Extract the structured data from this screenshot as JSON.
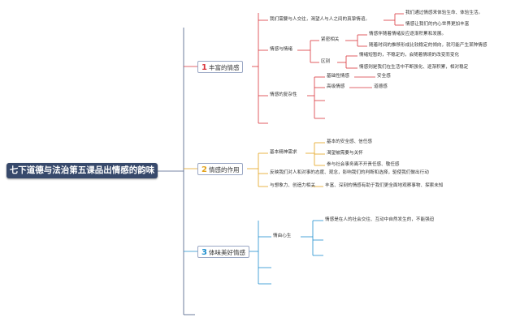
{
  "root": "七下道德与法治第五课品出情感的韵味",
  "branches": [
    {
      "num": "1",
      "label": "丰富的情感",
      "color": "#d9353b"
    },
    {
      "num": "2",
      "label": "情感的作用",
      "color": "#e3a31c"
    },
    {
      "num": "3",
      "label": "体味美好情感",
      "color": "#1f8fce"
    }
  ],
  "b1": {
    "need": "我们需要与人交往，渴望人与人之间的真挚情谊。",
    "need_1": "我们通过情感来体验生命、体验生活。",
    "need_2": "情感让我们的内心世界更加丰富",
    "emo": "情感与情绪",
    "rel": "紧密相关",
    "rel_1": "情感伴随着情绪反应逐渐积累和发展。",
    "rel_2": "随着时间的推移形成比较稳定的倾向，就可能产生某种情感",
    "diff": "区别",
    "diff_1": "情绪短暂的，不稳定的，会随着情境的改变而变化",
    "diff_2": "情感则是我们在生活中不断强化、逐渐积累，相对稳定",
    "complex": "情感的复杂性",
    "basic": "基础性情感",
    "basic_ex": "安全感",
    "adv": "高级情感",
    "adv_ex": "道德感"
  },
  "b2": {
    "needs": "基本精神需求",
    "needs_1": "基本的安全感、信任感",
    "needs_2": "渴望被需要与关怀",
    "needs_3": "参与社会事务离不开责任感、敬任感",
    "reflect": "反映我们对人和对事的态度、观念，影响我们的判断和选择，驱使我们做出行动",
    "creative": "与想象力、创造力相关",
    "creative_1": "丰富、深刻的情感有助于我们更全面地观察事物、探索未知"
  },
  "b3": {
    "heart": "情由心生",
    "heart_1": "情感是在人的社会交往、互动中自然发生的，不能强迫"
  }
}
